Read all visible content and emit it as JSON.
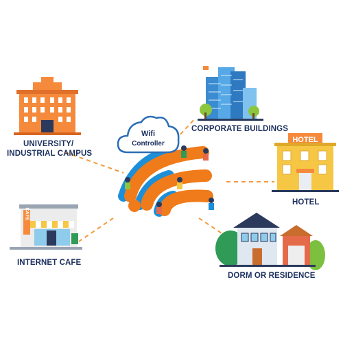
{
  "center": {
    "controller_line1": "Wifi",
    "controller_line2": "Controller"
  },
  "nodes": {
    "university": {
      "line1": "UNIVERSITY/",
      "line2": "INDUSTRIAL CAMPUS"
    },
    "corporate": {
      "label": "CORPORATE BUILDINGS"
    },
    "hotel": {
      "label": "HOTEL",
      "sign": "HOTEL"
    },
    "cafe": {
      "label": "INTERNET CAFE",
      "sign": "CAFE"
    },
    "dorm": {
      "label": "DORM OR RESIDENCE"
    }
  },
  "colors": {
    "wifi": "#f07b1a",
    "wifi_shadow": "#1d8fd8",
    "connector": "#f39a3a",
    "label_text": "#1b2f5e",
    "cloud_outline": "#2a6db5"
  }
}
